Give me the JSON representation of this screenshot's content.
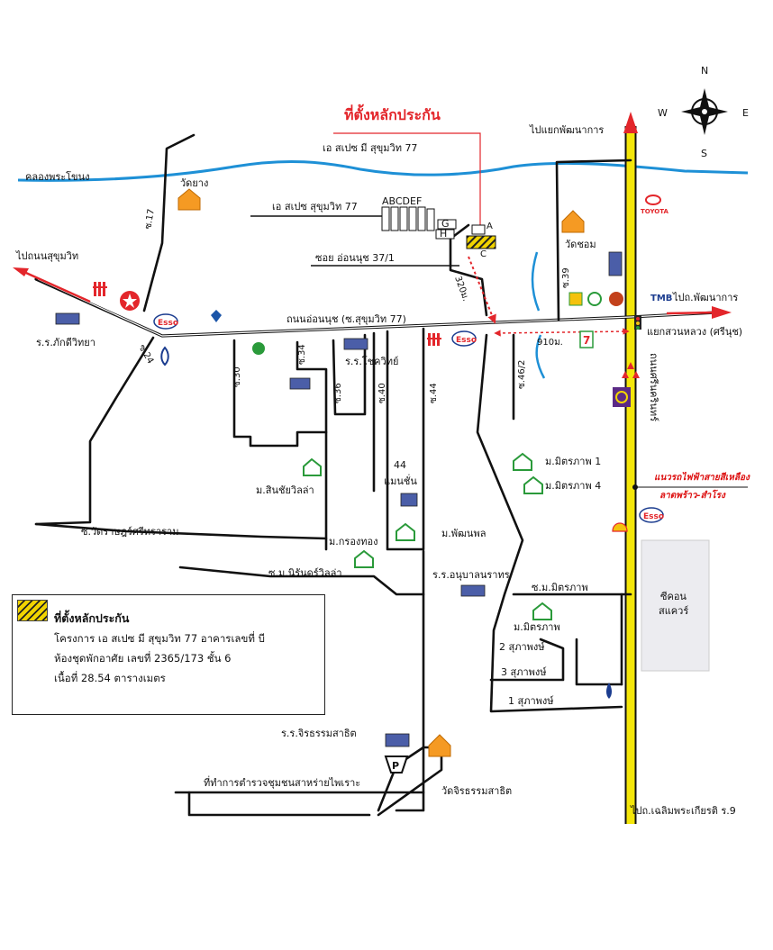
{
  "header": {
    "collateral_title": "ที่ตั้งหลักประกัน",
    "project_name": "เอ สเปซ มี สุขุมวิท 77"
  },
  "compass": {
    "n": "N",
    "s": "S",
    "e": "E",
    "w": "W"
  },
  "labels": {
    "canal": "คลองพระโขนง",
    "wat_yang": "วัดยาง",
    "soi17": "ซ.17",
    "a_space": "เอ สเปซ สุขุมวิท 77",
    "soi_onnut_37_1": "ซอย อ่อนนุช 37/1",
    "to_sukhumvit": "ไปถนนสุขุมวิท",
    "bhakdi_school": "ร.ร.ภักดีวิทยา",
    "onnut_road": "ถนนอ่อนนุช (ซ.สุขุมวิท 77)",
    "soi24": "ซ.24",
    "to_phatthanakan_top": "ไปแยกพัฒนาการ",
    "wat_chom": "วัดชอม",
    "soi39": "ซ.39",
    "to_phatthanakan_right": "ไปถ.พัฒนาการ",
    "suan_luang": "แยกสวนหลวง (ศรีนุช)",
    "dist_320": "320ม.",
    "dist_910": "910ม.",
    "soi34": "ซ.34",
    "soi30": "ซ.30",
    "soi36": "ซ.36",
    "soi40": "ซ.40",
    "soi44": "ซ.44",
    "soi46_2": "ซ.46/2",
    "chokwit": "ร.ร.โชควิทย์",
    "srinakarin": "ถนนศรีนครินทร์",
    "mitraphap1": "ม.มิตรภาพ 1",
    "mitraphap4": "ม.มิตรภาพ 4",
    "yellow_line_1": "แนวรถไฟฟ้าสายสีเหลือง",
    "yellow_line_2": "ลาดพร้าว-สำโรง",
    "mansion_num": "44",
    "mansion": "แมนชั่น",
    "sinchai": "ม.สินชัยวิลล่า",
    "wat_rat": "ซ.วัดราษฎร์ศรีทราราม",
    "krongthong": "ม.กรองทอง",
    "phatthanaphon": "ม.พัฒนพล",
    "nirun": "ซ.ม.นิรันดร์วิลล่า",
    "anuban": "ร.ร.อนุบาลนราทร",
    "soi_mitraphap": "ซ.ม.มิตรภาพ",
    "seacon_1": "ซีคอน",
    "seacon_2": "สแควร์",
    "mitraphap": "ม.มิตรภาพ",
    "suphaphong2": "2 สุภาพงษ์",
    "suphaphong3": "3 สุภาพงษ์",
    "suphaphong1": "1 สุภาพงษ์",
    "chirathamma_school": "ร.ร.จิรธรรมสาธิต",
    "police": "ที่ทำการตำรวจชุมชนสาหร่ายไพเราะ",
    "wat_chirathamma": "วัดจิรธรรมสาธิต",
    "to_chaloem": "ไปถ.เฉลิมพระเกียรติ ร.9",
    "bldg_letters": "ABCDEF",
    "bldg_g": "G",
    "bldg_h": "H",
    "bldg_c": "C",
    "bldg_a": "A"
  },
  "logos": {
    "esso": "Esso",
    "toyota": "TOYOTA",
    "tmb": "TMB",
    "seven": "7",
    "parking": "P"
  },
  "legend": {
    "title": "ที่ตั้งหลักประกัน",
    "line1": "โครงการ เอ สเปซ มี สุขุมวิท 77 อาคารเลขที่ บี",
    "line2": "ห้องชุดพักอาศัย เลขที่ 2365/173 ชั้น 6",
    "line3": "เนื้อที่ 28.54 ตารางเมตร"
  },
  "colors": {
    "canal": "#1e90d6",
    "srinakarin_road": "#f4e60a",
    "route_arrow": "#e3262b",
    "temple": "#f59a23",
    "house": "#2a9a3a"
  }
}
